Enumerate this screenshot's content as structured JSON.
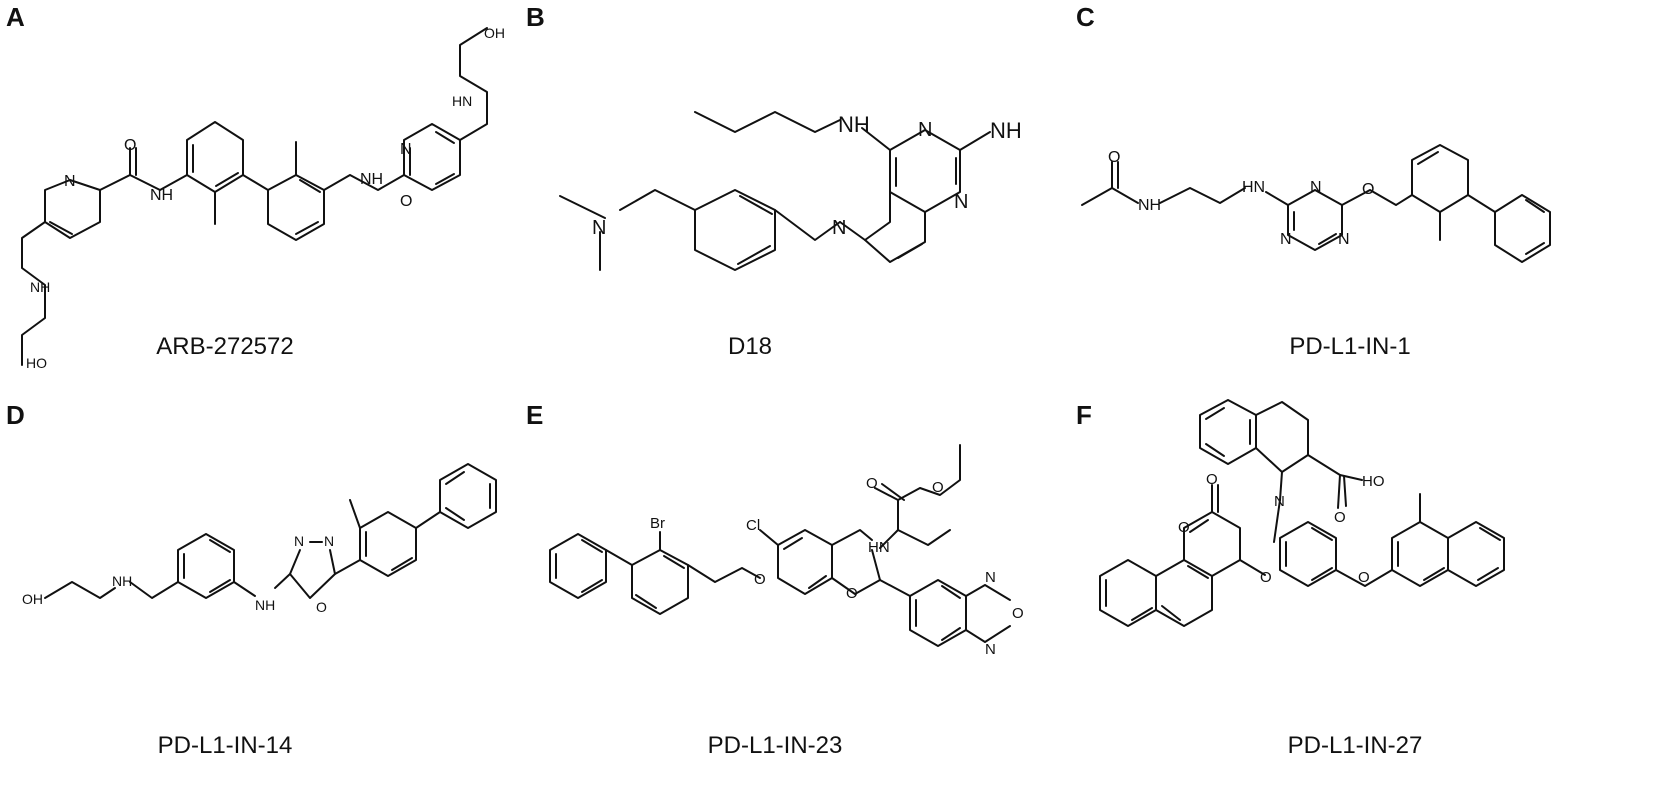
{
  "panels": [
    {
      "letter": "A",
      "caption": "ARB-272572",
      "atoms": {
        "o1": "O",
        "nh1": "NH",
        "n1": "N",
        "nh2": "NH",
        "oh1": "HO",
        "n2": "N",
        "nh3": "NH",
        "o2": "O",
        "hn1": "HN",
        "oh2": "OH"
      }
    },
    {
      "letter": "B",
      "caption": "D18",
      "atoms": {
        "nh1": "NH",
        "nh2": "NH",
        "n1": "N",
        "n2": "N",
        "n3": "N",
        "n4": "N"
      }
    },
    {
      "letter": "C",
      "caption": "PD-L1-IN-1",
      "atoms": {
        "o1": "O",
        "nh1": "NH",
        "hn1": "HN",
        "n1": "N",
        "n2": "N",
        "n3": "N",
        "o2": "O"
      }
    },
    {
      "letter": "D",
      "caption": "PD-L1-IN-14",
      "atoms": {
        "oh": "OH",
        "nh1": "NH",
        "nh2": "NH",
        "n1": "N",
        "n2": "N",
        "o1": "O"
      }
    },
    {
      "letter": "E",
      "caption": "PD-L1-IN-23",
      "atoms": {
        "br": "Br",
        "cl": "Cl",
        "o1": "O",
        "o2": "O",
        "hn": "HN",
        "o3": "O",
        "o4": "O",
        "n1": "N",
        "n2": "N",
        "o5": "O"
      }
    },
    {
      "letter": "F",
      "caption": "PD-L1-IN-27",
      "atoms": {
        "n1": "N",
        "o1": "O",
        "o2": "O",
        "ho": "HO",
        "o3": "O",
        "o4": "O",
        "o5": "O"
      }
    }
  ]
}
